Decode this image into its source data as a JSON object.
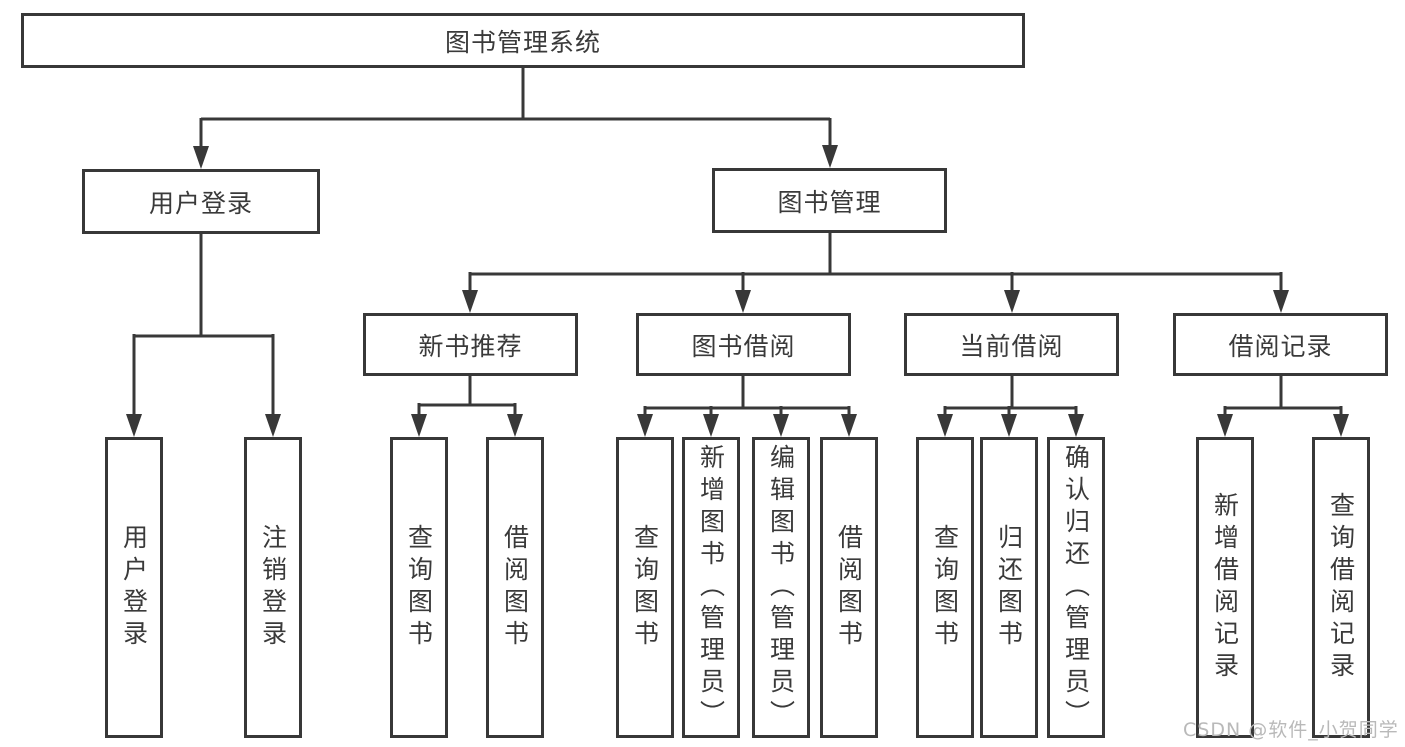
{
  "title": "图书管理系统",
  "tree": {
    "label": "图书管理系统",
    "children": [
      {
        "label": "用户登录",
        "children": [
          {
            "label": "用户登录"
          },
          {
            "label": "注销登录"
          }
        ]
      },
      {
        "label": "图书管理",
        "children": [
          {
            "label": "新书推荐",
            "children": [
              {
                "label": "查询图书"
              },
              {
                "label": "借阅图书"
              }
            ]
          },
          {
            "label": "图书借阅",
            "children": [
              {
                "label": "查询图书"
              },
              {
                "label": "新增图书（管理员）"
              },
              {
                "label": "编辑图书（管理员）"
              },
              {
                "label": "借阅图书"
              }
            ]
          },
          {
            "label": "当前借阅",
            "children": [
              {
                "label": "查询图书"
              },
              {
                "label": "归还图书"
              },
              {
                "label": "确认归还（管理员）"
              }
            ]
          },
          {
            "label": "借阅记录",
            "children": [
              {
                "label": "新增借阅记录"
              },
              {
                "label": "查询借阅记录"
              }
            ]
          }
        ]
      }
    ]
  },
  "watermark": "CSDN @软件_小贺同学",
  "colors": {
    "line": "#383838",
    "text": "#3a3a3a",
    "watermark": "#b9b9b9",
    "background": "#ffffff"
  }
}
